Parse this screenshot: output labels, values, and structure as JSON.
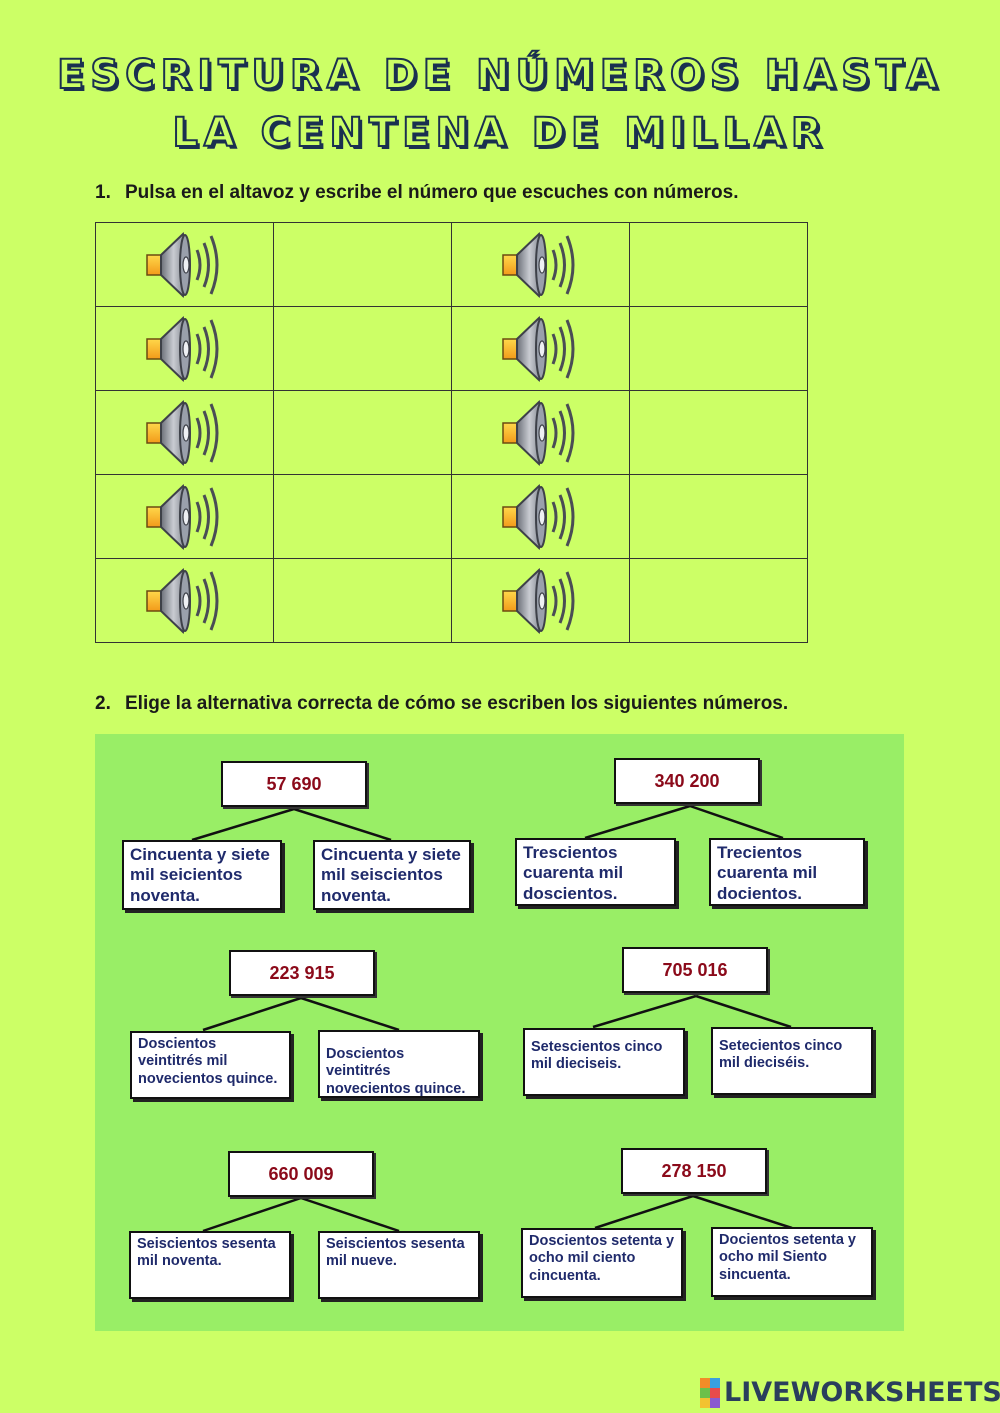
{
  "title": {
    "line1": "ESCRITURA DE NÚMEROS HASTA",
    "line2": "LA CENTENA DE MILLAR"
  },
  "q1": {
    "number": "1.",
    "text": "Pulsa en el altavoz y escribe el número que escuches con números."
  },
  "q2": {
    "number": "2.",
    "text": "Elige la alternativa correcta de cómo se escriben los siguientes números."
  },
  "speaker_icon": "speaker-icon",
  "groups": [
    {
      "number": "57 690",
      "options": [
        "Cincuenta y siete mil seicientos noventa.",
        "Cincuenta y siete mil seiscientos noventa."
      ]
    },
    {
      "number": "340 200",
      "options": [
        "Trescientos cuarenta mil doscientos.",
        "Trecientos cuarenta mil docientos."
      ]
    },
    {
      "number": "223 915",
      "options": [
        "Doscientos veintitrés mil novecientos quince.",
        "Doscientos veintitrés novecientos quince."
      ]
    },
    {
      "number": "705 016",
      "options": [
        "Setescientos cinco mil dieciseis.",
        "Setecientos cinco mil dieciséis."
      ]
    },
    {
      "number": "660 009",
      "options": [
        "Seiscientos sesenta mil noventa.",
        "Seiscientos sesenta mil nueve."
      ]
    },
    {
      "number": "278 150",
      "options": [
        "Doscientos setenta y ocho mil ciento cincuenta.",
        "Docientos setenta y ocho mil Siento sincuenta."
      ]
    }
  ],
  "footer": {
    "brand": "LIVEWORKSHEETS"
  }
}
